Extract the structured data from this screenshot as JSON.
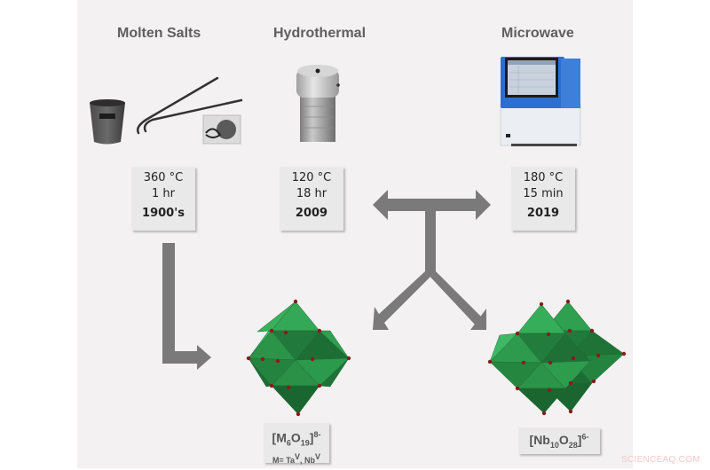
{
  "methods": [
    {
      "title": "Molten Salts",
      "temperature": "360 °C",
      "time": "1 hr",
      "year": "1900's",
      "equipment": "crucible-and-tongs"
    },
    {
      "title": "Hydrothermal",
      "temperature": "120 °C",
      "time": "18 hr",
      "year": "2009",
      "equipment": "autoclave"
    },
    {
      "title": "Microwave",
      "temperature": "180 °C",
      "time": "15 min",
      "year": "2019",
      "equipment": "microwave-reactor"
    }
  ],
  "products": [
    {
      "formula_base": "[M",
      "formula_sub1": "6",
      "formula_mid": "O",
      "formula_sub2": "19",
      "formula_close": "]",
      "charge": "8-",
      "note_prefix": "M= Ta",
      "note_sup1": "V",
      "note_mid": ", Nb",
      "note_sup2": "V"
    },
    {
      "formula_base": "[Nb",
      "formula_sub1": "10",
      "formula_mid": "O",
      "formula_sub2": "28",
      "formula_close": "]",
      "charge": "6-"
    }
  ],
  "colors": {
    "panel_bg": "#f3f1f1",
    "arrow": "#7a7a7a",
    "polyhedra_green": "#2e9e4e",
    "vertex_red": "#8b1a1a",
    "microwave_blue": "#2d6fd1"
  },
  "watermark": "SCIENCEAQ.COM"
}
